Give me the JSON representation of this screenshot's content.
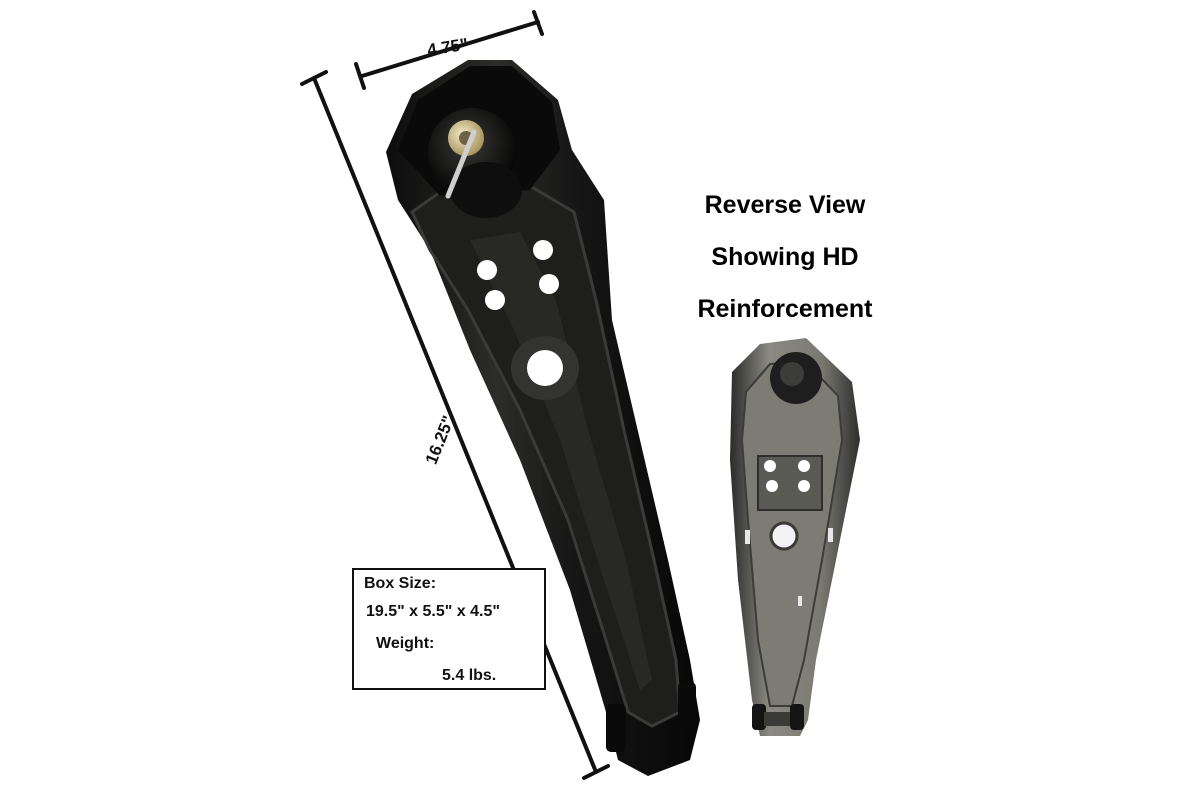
{
  "dimensions": {
    "width": "4.75\"",
    "length": "16.25\""
  },
  "caption": {
    "line_1": "Reverse View",
    "line_2": "Showing HD",
    "line_3": "Reinforcement"
  },
  "info_box": {
    "box_size_label": "Box Size:",
    "box_size_value": "19.5\" x 5.5\" x 4.5\"",
    "weight_label": "Weight:",
    "weight_value": "5.4 lbs."
  },
  "colors": {
    "background": "#ffffff",
    "arm_black": "#1a1a1a",
    "arm_gray": "#6e6e68",
    "text": "#000000"
  }
}
